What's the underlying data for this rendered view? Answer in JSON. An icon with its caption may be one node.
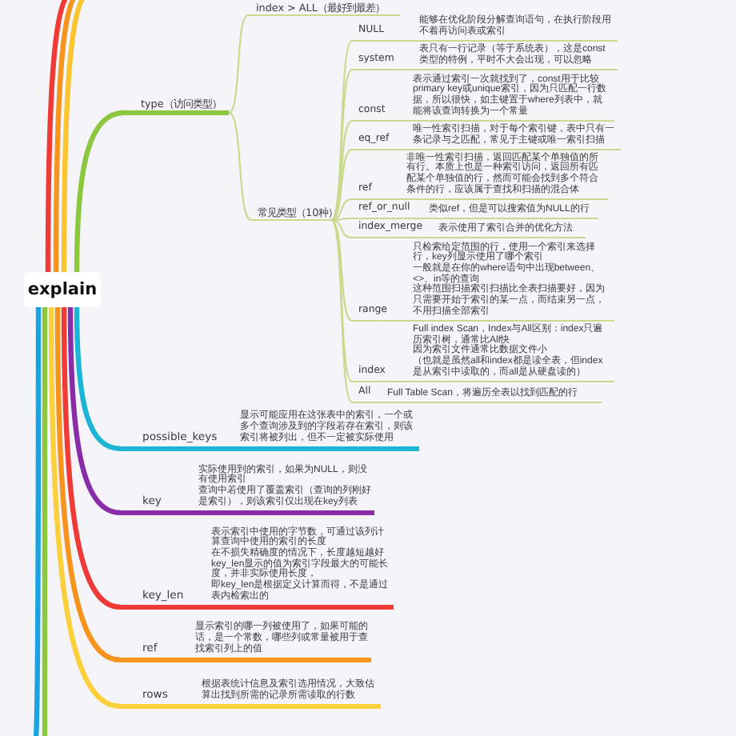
{
  "diagram": {
    "nodes": [
      {
        "text": [
          "explain"
        ]
      },
      {
        "text": [
          "type（访问类型）"
        ]
      },
      {
        "text": [
          "index > ALL（最好到最差）"
        ]
      },
      {
        "text": [
          "常见类型（10种）"
        ]
      },
      {
        "text": [
          "NULL",
          "能够在优化阶段分解查询语句，在执行阶段用不着再访问表或索引"
        ]
      },
      {
        "text": [
          "system",
          "表只有一行记录（等于系统表），这是const类型的特例，平时不大会出现，可以忽略"
        ]
      },
      {
        "text": [
          "const",
          "表示通过索引一次就找到了，const用于比较primary key或unique索引，因为只匹配一行数据，所以很快，如主键置于where列表中，就能将该查询转换为一个常量"
        ]
      },
      {
        "text": [
          "eq_ref",
          "唯一性索引扫描，对于每个索引键，表中只有一条记录与之匹配，常见于主键或唯一索引扫描"
        ]
      },
      {
        "text": [
          "ref",
          "非唯一性索引扫描，返回匹配某个单独值的所有行。本质上也是一种索引访问，返回所有匹配某个单独值的行，然而可能会找到多个符合条件的行，应该属于查找和扫描的混合体"
        ]
      },
      {
        "text": [
          "ref_or_null",
          "类似ref，但是可以搜索值为NULL的行"
        ]
      },
      {
        "text": [
          "index_merge",
          "表示使用了索引合并的优化方法"
        ]
      },
      {
        "text": [
          "range",
          "只检索给定范围的行，使用一个索引来选择行，key列显示使用了哪个索引",
          "一般就是在你的where语句中出现between、<>、in等的查询",
          "这种范围扫描索引扫描比全表扫描要好，因为只需要开始于索引的某一点，而结束另一点，不用扫描全部索引"
        ]
      },
      {
        "text": [
          "index",
          "Full index Scan，Index与All区别：index只遍历索引树，通常比All快",
          "因为索引文件通常比数据文件小",
          "（也就是虽然all和index都是读全表，但index是从索引中读取的，而all是从硬盘读的）"
        ]
      },
      {
        "text": [
          "All",
          "Full Table Scan，将遍历全表以找到匹配的行"
        ]
      },
      {
        "text": [
          "possible_keys",
          "显示可能应用在这张表中的索引，一个或多个查询涉及到的字段若存在索引，则该索引将被列出，但不一定被实际使用"
        ]
      },
      {
        "text": [
          "key",
          "实际使用到的索引，如果为NULL，则没有使用索引",
          "查询中若使用了覆盖索引（查询的列刚好是索引），则该索引仅出现在key列表"
        ]
      },
      {
        "text": [
          "key_len",
          "表示索引中使用的字节数，可通过该列计算查询中使用的索引的长度",
          "在不损失精确度的情况下，长度越短越好",
          "key_len显示的值为索引字段最大的可能长度，并非实际使用长度，",
          "即key_len是根据定义计算而得，不是通过表内检索出的"
        ]
      },
      {
        "text": [
          "ref",
          "显示索引的哪一列被使用了，如果可能的话，是一个常数，哪些列或常量被用于查找索引列上的值"
        ]
      },
      {
        "text": [
          "rows",
          "根据表统计信息及索引选用情况，大致估算出找到所需的记录所需读取的行数"
        ]
      }
    ],
    "edges": [
      {
        "from": 0,
        "to": 1,
        "arrow": "none",
        "style": "thick",
        "color": "#8dc63f"
      },
      {
        "from": 1,
        "to": 2,
        "arrow": "none"
      },
      {
        "from": 1,
        "to": 3,
        "arrow": "none"
      },
      {
        "from": 3,
        "to": 4,
        "arrow": "none"
      },
      {
        "from": 3,
        "to": 5,
        "arrow": "none"
      },
      {
        "from": 3,
        "to": 6,
        "arrow": "none"
      },
      {
        "from": 3,
        "to": 7,
        "arrow": "none"
      },
      {
        "from": 3,
        "to": 8,
        "arrow": "none"
      },
      {
        "from": 3,
        "to": 9,
        "arrow": "none"
      },
      {
        "from": 3,
        "to": 10,
        "arrow": "none"
      },
      {
        "from": 3,
        "to": 11,
        "arrow": "none"
      },
      {
        "from": 3,
        "to": 12,
        "arrow": "none"
      },
      {
        "from": 3,
        "to": 13,
        "arrow": "none"
      },
      {
        "from": 0,
        "to": 14,
        "arrow": "none",
        "style": "thick",
        "color": "#1cb5d6"
      },
      {
        "from": 0,
        "to": 15,
        "arrow": "none",
        "style": "thick",
        "color": "#8a2ca8"
      },
      {
        "from": 0,
        "to": 16,
        "arrow": "none",
        "style": "thick",
        "color": "#ef3a36"
      },
      {
        "from": 0,
        "to": 17,
        "arrow": "none",
        "style": "thick",
        "color": "#f7941e"
      },
      {
        "from": 0,
        "to": 18,
        "arrow": "none",
        "style": "thick",
        "color": "#fcd03a"
      },
      {
        "from": 0,
        "to": null,
        "arrow": "none",
        "style": "thick",
        "color": "#ef3a36"
      },
      {
        "from": 0,
        "to": null,
        "arrow": "none",
        "style": "thick",
        "color": "#f7941e"
      },
      {
        "from": 0,
        "to": null,
        "arrow": "none",
        "style": "thick",
        "color": "#fcc52f"
      },
      {
        "from": 0,
        "to": null,
        "arrow": "none",
        "style": "thick",
        "color": "#8dc63f"
      },
      {
        "from": 0,
        "to": null,
        "arrow": "none",
        "style": "thick",
        "color": "#1aa3e0"
      }
    ]
  }
}
